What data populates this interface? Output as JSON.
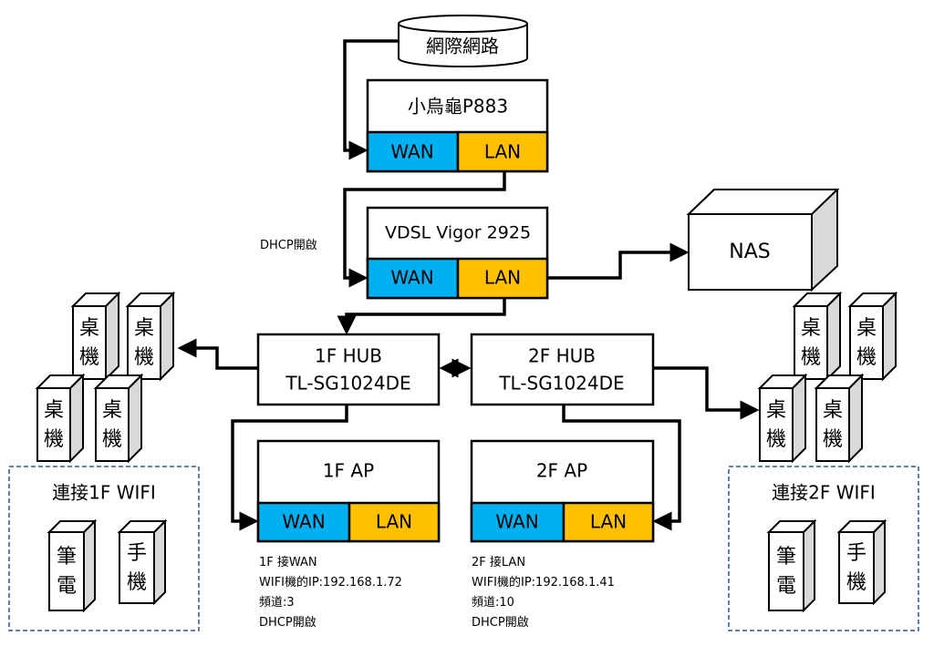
{
  "colors": {
    "wan": "#00b0f0",
    "lan": "#ffc000",
    "dashed_border": "#2f5597"
  },
  "internet": "網際網路",
  "router1": {
    "title": "小烏龜P883",
    "wan": "WAN",
    "lan": "LAN"
  },
  "router2": {
    "title": "VDSL  Vigor 2925",
    "wan": "WAN",
    "lan": "LAN"
  },
  "router2_note": "DHCP開啟",
  "nas": "NAS",
  "hub1": {
    "line1": "1F HUB",
    "line2": "TL-SG1024DE"
  },
  "hub2": {
    "line1": "2F HUB",
    "line2": "TL-SG1024DE"
  },
  "ap1": {
    "title": "1F AP",
    "wan": "WAN",
    "lan": "LAN",
    "notes": [
      "1F 接WAN",
      "WIFI機的IP:192.168.1.72",
      "頻道:3",
      "DHCP開啟"
    ]
  },
  "ap2": {
    "title": "2F AP",
    "wan": "WAN",
    "lan": "LAN",
    "notes": [
      "2F  接LAN",
      "WIFI機的IP:192.168.1.41",
      "頻道:10",
      "DHCP開啟"
    ]
  },
  "desktop_label": [
    "桌",
    "機"
  ],
  "wifi1": {
    "title": "連接1F WIFI",
    "laptop": [
      "筆",
      "電"
    ],
    "phone": [
      "手",
      "機"
    ]
  },
  "wifi2": {
    "title": "連接2F WIFI",
    "laptop": [
      "筆",
      "電"
    ],
    "phone": [
      "手",
      "機"
    ]
  }
}
